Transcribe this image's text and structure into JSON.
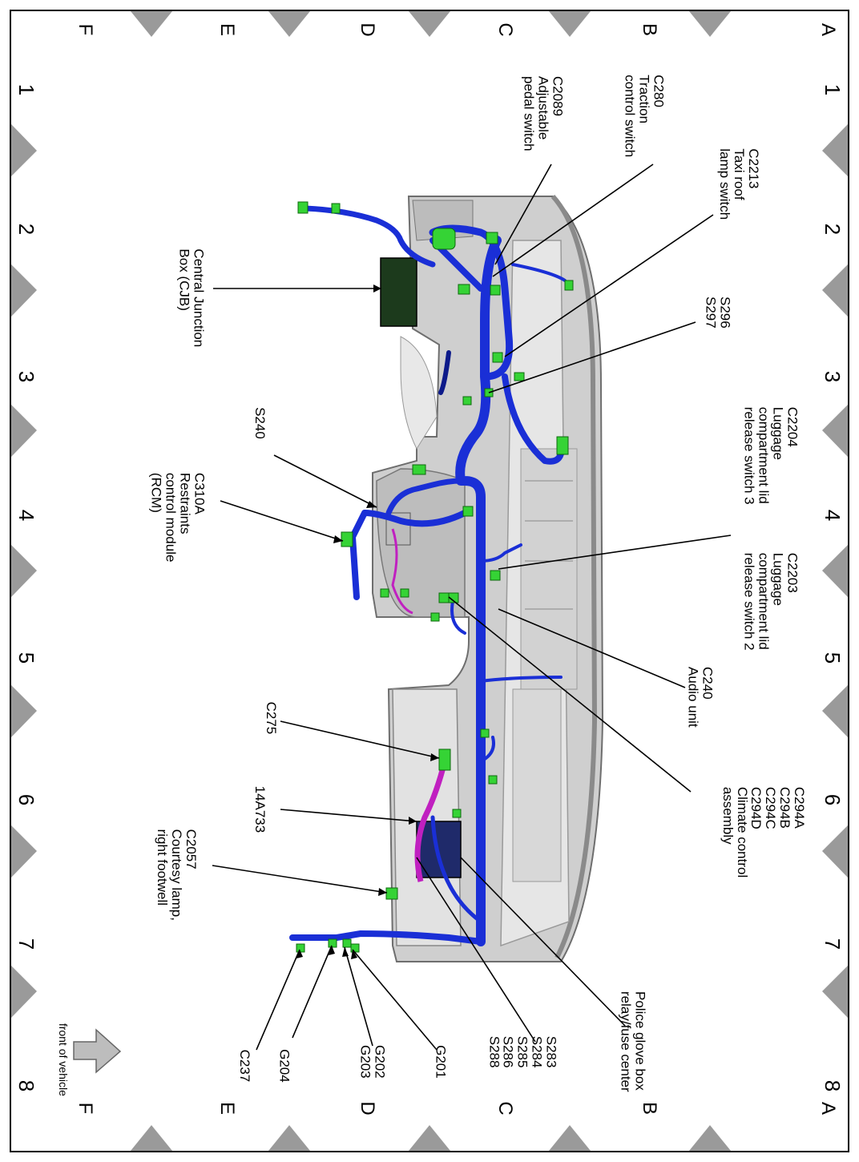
{
  "grid": {
    "letters": [
      "A",
      "B",
      "C",
      "D",
      "E",
      "F"
    ],
    "numbers": [
      "1",
      "2",
      "3",
      "4",
      "5",
      "6",
      "7",
      "8"
    ]
  },
  "labels": {
    "c280": "C280\nTraction\ncontrol switch",
    "c2089": "C2089\nAdjustable\npedal switch",
    "c2213": "C2213\nTaxi roof\nlamp switch",
    "cjb": "Central Junction\nBox (CJB)",
    "s296": "S296\nS297",
    "c2204": "C2204\nLuggage\ncompartment lid\nrelease switch 3",
    "s240": "S240",
    "c310a": "C310A\nRestraints\ncontrol module\n(RCM)",
    "c2203": "C2203\nLuggage\ncompartment lid\nrelease switch 2",
    "c240": "C240\nAudio unit",
    "c275": "C275",
    "c294": "C294A\nC294B\nC294C\nC294D\nClimate control\nassembly",
    "a14a733": "14A733",
    "c2057": "C2057\nCourtesy lamp,\nright footwell",
    "police": "Police glove box\nrelay/fuse center",
    "s283": "S283\nS284\nS285\nS286\nS288",
    "g201": "G201",
    "g202": "G202\nG203",
    "g204": "G204",
    "c237": "C237",
    "front": "front of vehicle"
  },
  "colors": {
    "harness": "#1a2fd6",
    "connector": "#35d335",
    "panel": "#c9c9c9",
    "marker": "#9a9a9a",
    "magenta": "#c020c0"
  }
}
